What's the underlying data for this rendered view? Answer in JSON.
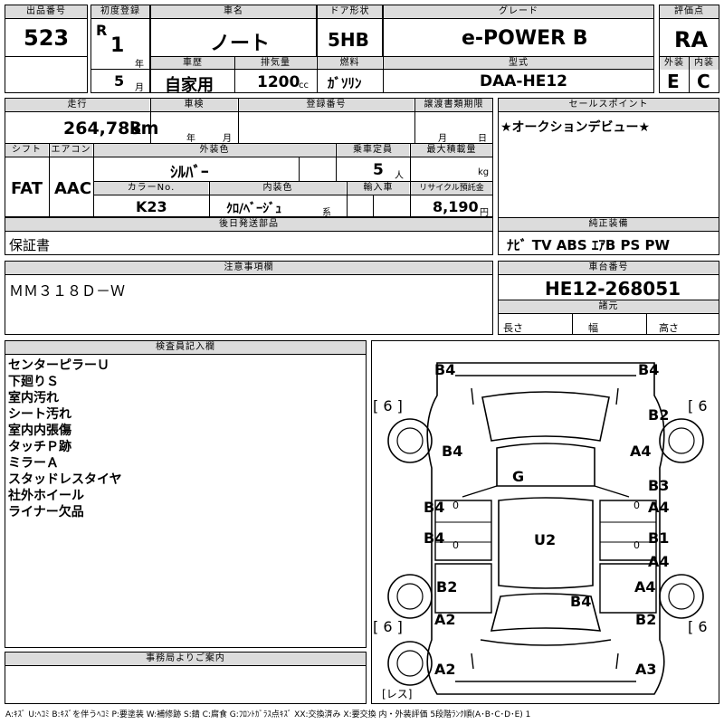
{
  "header": {
    "lot_label": "出品番号",
    "lot_number": "523",
    "first_reg_label": "初度登録",
    "era": "R",
    "reg_year": "1",
    "year_unit": "年",
    "reg_month": "5",
    "month_unit": "月",
    "car_name_label": "車名",
    "car_name": "ノート",
    "door_label": "ドア形状",
    "door": "5HB",
    "grade_label": "グレード",
    "grade": "e-POWER B",
    "score_label": "評価点",
    "score": "RA",
    "history_label": "車歴",
    "history": "自家用",
    "displacement_label": "排気量",
    "displacement": "1200",
    "cc_unit": "cc",
    "fuel_label": "燃料",
    "fuel": "ｶﾞｿﾘﾝ",
    "model_label": "型式",
    "model": "DAA-HE12",
    "exterior_label": "外装",
    "exterior": "E",
    "interior_label": "内装",
    "interior": "C"
  },
  "row2": {
    "mileage_label": "走行",
    "mileage": "264,783",
    "km_unit": "km",
    "inspection_label": "車検",
    "insp_year_unit": "年",
    "insp_month_unit": "月",
    "plate_label": "登録番号",
    "transfer_label": "譲渡書類期限",
    "transfer_month_unit": "月",
    "transfer_day_unit": "日",
    "shift_label": "シフト",
    "shift": "FAT",
    "ac_label": "エアコン",
    "ac": "AAC",
    "ext_color_label": "外装色",
    "ext_color": "ｼﾙﾊﾞｰ",
    "capacity_label": "乗車定員",
    "capacity": "5",
    "capacity_unit": "人",
    "max_load_label": "最大積載量",
    "max_load_unit": "kg",
    "color_no_label": "カラーNo.",
    "color_no": "K23",
    "int_color_label": "内装色",
    "int_color": "ｸﾛ/ﾍﾞｰｼﾞｭ",
    "int_color_suffix": "系",
    "import_label": "輸入車",
    "recycle_label": "リサイクル預託金",
    "recycle": "8,190",
    "recycle_unit": "円",
    "later_parts_label": "後日発送部品",
    "later_parts": "保証書",
    "sales_label": "セールスポイント",
    "sales_point": "★オークションデビュー★",
    "equip_label": "純正装備",
    "equipment": "ﾅﾋﾞ TV ABS ｴｱB PS PW"
  },
  "notes": {
    "label": "注意事項欄",
    "text": "ＭＭ３１８Ｄ－Ｗ"
  },
  "chassis": {
    "label": "車台番号",
    "number": "HE12-268051",
    "dims_label": "諸元",
    "length_label": "長さ",
    "width_label": "幅",
    "height_label": "高さ"
  },
  "inspector": {
    "label": "検査員記入欄",
    "lines": [
      "センターピラーＵ",
      "下廻りＳ",
      "室内汚れ",
      "シート汚れ",
      "室内内張傷",
      "タッチＰ跡",
      "ミラーＡ",
      "スタッドレスタイヤ",
      "社外ホイール",
      "ライナー欠品"
    ]
  },
  "office": {
    "label": "事務局よりご案内"
  },
  "diagram": {
    "marks": {
      "tl": "B4",
      "tr": "B4",
      "r1": "B2",
      "l2": "B4",
      "r2": "A4",
      "center": "G",
      "r3": "B3",
      "l4": "B4",
      "r4": "A4",
      "l5": "B4",
      "r5": "B1",
      "center2": "U2",
      "r6": "A4",
      "l7": "B2",
      "r7": "A4",
      "l8": "B4",
      "l9": "A2",
      "r9": "B2",
      "l10": "A2",
      "r10": "A3"
    },
    "tire_tl": "6",
    "tire_tr": "6",
    "tire_bl": "6",
    "tire_br": "6",
    "spare": "レス",
    "zero": "0"
  },
  "legend": "A:ｷｽﾞ U:ﾍｺﾐ B:ｷｽﾞを伴うﾍｺﾐ P:要塗装 W:補修跡 S:錆 C:腐食 G:ﾌﾛﾝﾄｶﾞﾗｽ点ｷｽﾞ XX:交換済み X:要交換 内・外装評価 5段階ﾗﾝｸ順(A･B･C･D･E) 1"
}
